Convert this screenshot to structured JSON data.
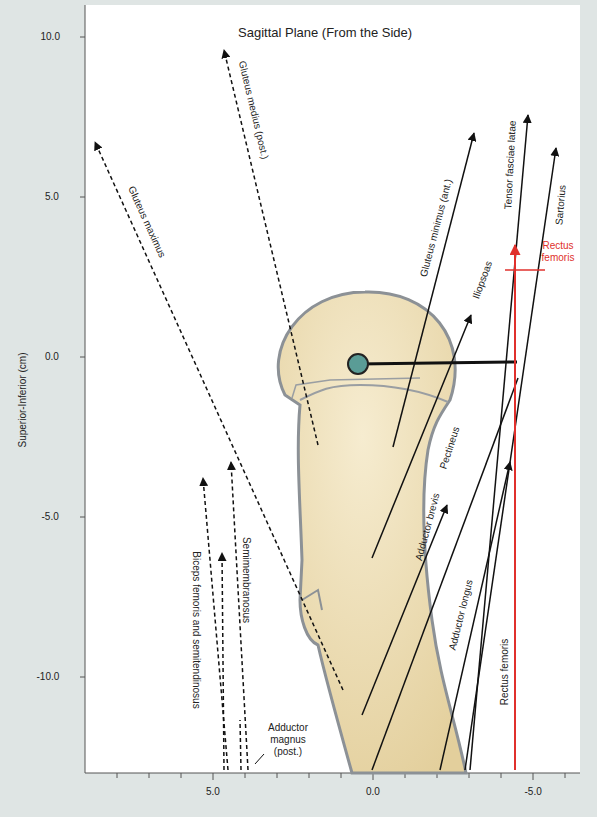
{
  "diagram": {
    "title": "Sagittal Plane (From the Side)",
    "labels": [
      "Superior-Inferior (cm)",
      "10.0",
      "5.0",
      "0.0",
      "-5.0",
      "-10.0",
      "5.0",
      "0.0",
      "-5.0",
      "Gluteus maximus",
      "Gluteus medius (post.)",
      "Gluteus minimus (ant.)",
      "Iliopsoas",
      "Tensor fasciae latae",
      "Sartorius",
      "Rectus femoris",
      "Pectineus",
      "Adductor brevis",
      "Adductor longus",
      "Rectus femoris",
      "Biceps femoris and semitendinosus",
      "Semimembranosus",
      "Adductor magnus (post.)"
    ]
  }
}
